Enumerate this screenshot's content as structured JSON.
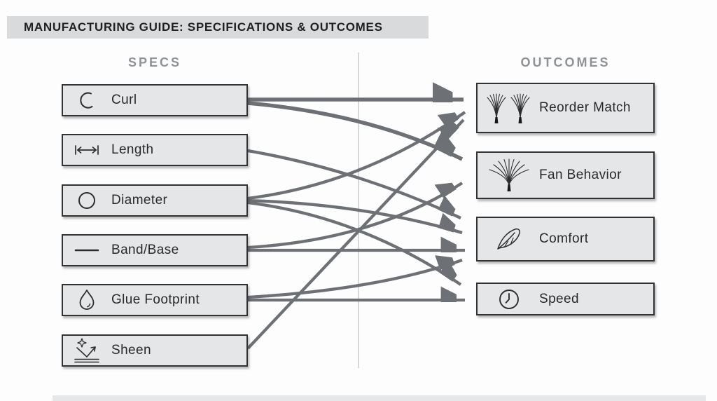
{
  "header": {
    "title": "MANUFACTURING GUIDE: SPECIFICATIONS & OUTCOMES"
  },
  "columns": {
    "specs_label": "SPECS",
    "outcomes_label": "OUTCOMES"
  },
  "specs": [
    {
      "id": "curl",
      "label": "Curl",
      "icon": "curl-icon"
    },
    {
      "id": "length",
      "label": "Length",
      "icon": "length-icon"
    },
    {
      "id": "diameter",
      "label": "Diameter",
      "icon": "diameter-icon"
    },
    {
      "id": "band-base",
      "label": "Band/Base",
      "icon": "band-base-icon"
    },
    {
      "id": "glue-footprint",
      "label": "Glue Footprint",
      "icon": "glue-drop-icon"
    },
    {
      "id": "sheen",
      "label": "Sheen",
      "icon": "sheen-sparkle-icon"
    }
  ],
  "outcomes": [
    {
      "id": "reorder-match",
      "label": "Reorder Match",
      "icon": "double-lash-fan-icon"
    },
    {
      "id": "fan-behavior",
      "label": "Fan Behavior",
      "icon": "lash-fan-icon"
    },
    {
      "id": "comfort",
      "label": "Comfort",
      "icon": "feather-icon"
    },
    {
      "id": "speed",
      "label": "Speed",
      "icon": "clock-icon"
    }
  ],
  "connections": [
    {
      "from": "curl",
      "to": "reorder-match"
    },
    {
      "from": "curl",
      "to": "fan-behavior"
    },
    {
      "from": "length",
      "to": "comfort"
    },
    {
      "from": "diameter",
      "to": "reorder-match"
    },
    {
      "from": "diameter",
      "to": "comfort"
    },
    {
      "from": "diameter",
      "to": "speed"
    },
    {
      "from": "band-base",
      "to": "fan-behavior"
    },
    {
      "from": "band-base",
      "to": "comfort"
    },
    {
      "from": "glue-footprint",
      "to": "comfort"
    },
    {
      "from": "glue-footprint",
      "to": "speed"
    },
    {
      "from": "sheen",
      "to": "reorder-match"
    }
  ],
  "colors": {
    "background": "#fdfdfe",
    "title_bar": "#d8dadc",
    "box_fill": "#e4e6e8",
    "box_border": "#303234",
    "arrow": "#6d7175",
    "heading_text": "#8f9295",
    "text": "#27292b",
    "divider": "#d6d8da"
  }
}
